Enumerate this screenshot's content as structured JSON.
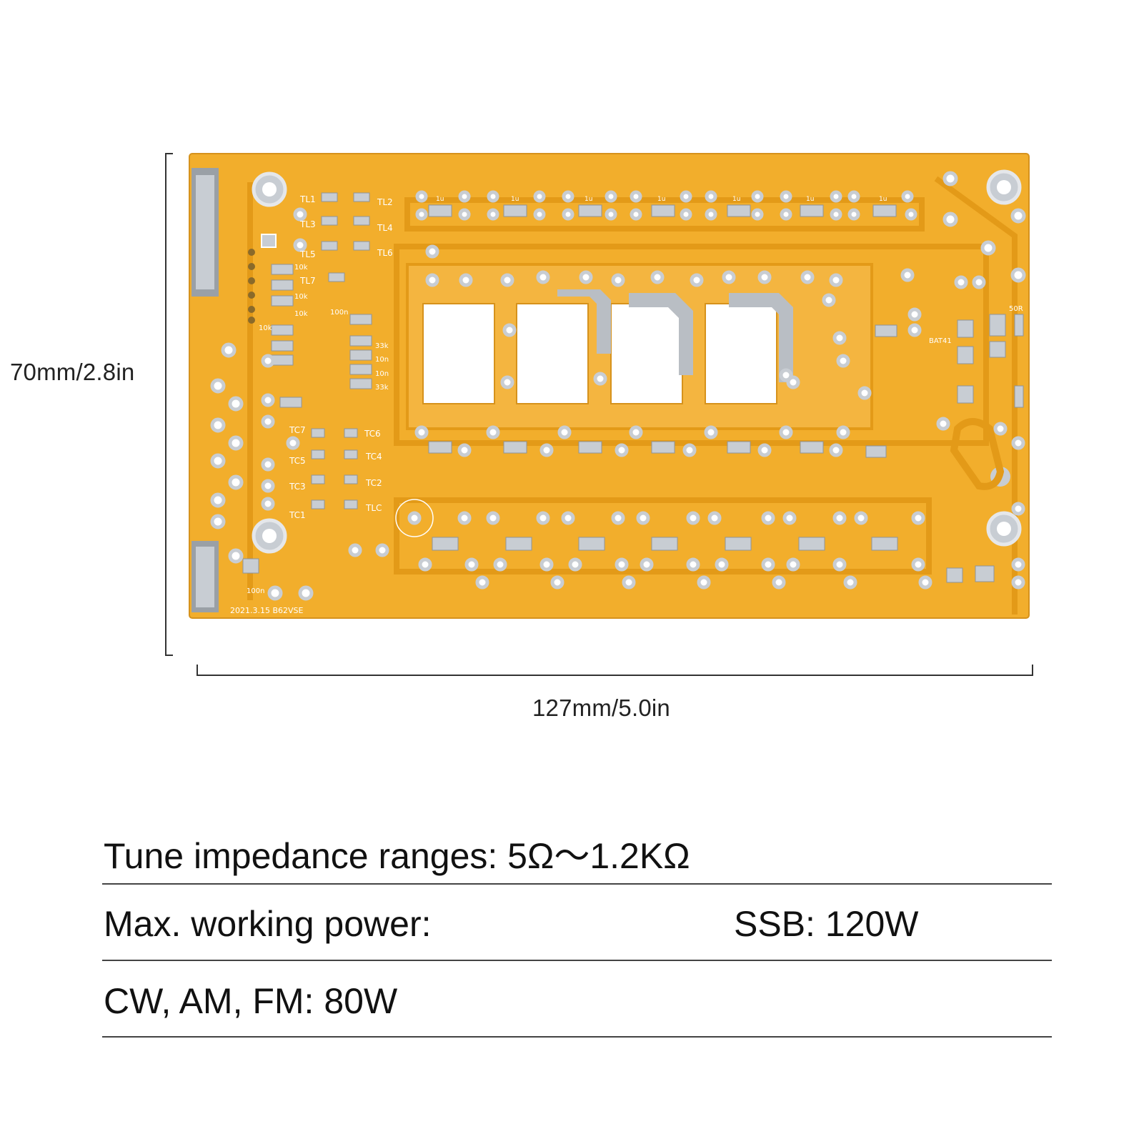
{
  "dimensions": {
    "height_label": "70mm/2.8in",
    "width_label": "127mm/5.0in"
  },
  "board": {
    "silkscreen_date": "2021.3.15 B62VSE",
    "labels": {
      "tl1": "TL1",
      "tl2": "TL2",
      "tl3": "TL3",
      "tl4": "TL4",
      "tl5": "TL5",
      "tl6": "TL6",
      "tl7": "TL7",
      "tc1": "TC1",
      "tc2": "TC2",
      "tc3": "TC3",
      "tc4": "TC4",
      "tc5": "TC5",
      "tc6": "TC6",
      "tc7": "TC7",
      "tlc": "TLC",
      "r10k": "10k",
      "c100n": "100n",
      "c1u": "1u",
      "r33k": "33k",
      "c10n": "10n",
      "r50": "50R",
      "bat": "BAT41"
    },
    "colors": {
      "substrate": "#F2AE2C",
      "trace": "#E8A020",
      "pad": "#C8CDD3",
      "silk": "#FFFFFF"
    }
  },
  "specs": {
    "impedance": "Tune impedance ranges: 5Ω～1.2KΩ",
    "power_label": "Max. working power:",
    "power_ssb": "SSB: 120W",
    "power_cw": "CW, AM, FM: 80W"
  }
}
